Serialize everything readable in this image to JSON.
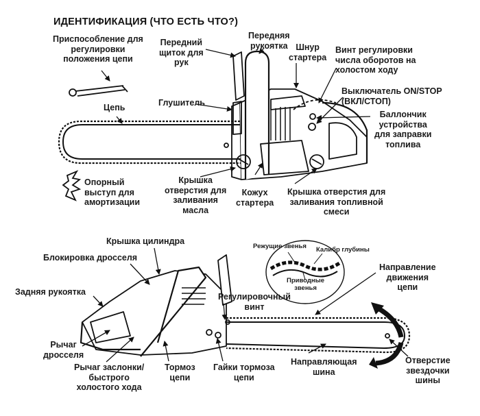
{
  "title": "ИДЕНТИФИКАЦИЯ (ЧТО ЕСТЬ ЧТО?)",
  "top_labels": {
    "chain_tool": "Приспособление для\nрегулировки\nположения цепи",
    "front_hand_guard": "Передний\nщиток для\nрук",
    "front_handle": "Передняя\nрукоятка",
    "starter_cord": "Шнур\nстартера",
    "idle_screw": "Винт регулировки\nчисла оборотов на\nхолостом ходу",
    "on_stop_switch": "Выключатель ON/STOP\n(ВКЛ/СТОП)",
    "chain": "Цепь",
    "muffler": "Глушитель",
    "primer_bulb": "Баллончик\nустройства\nдля заправки\nтоплива",
    "bumper_spike": "Опорный\nвыступ для\nамортизации",
    "oil_cap": "Крышка\nотверстия для\nзаливания\nмасла",
    "starter_cover": "Кожух\nстартера",
    "fuel_cap": "Крышка отверстия для\nзаливания топливной\nсмеси"
  },
  "bottom_labels": {
    "cylinder_cover": "Крышка цилиндра",
    "throttle_lockout": "Блокировка дросселя",
    "rear_handle": "Задняя рукоятка",
    "throttle_trigger": "Рычаг\nдросселя",
    "choke_lever": "Рычаг заслонки/\nбыстрого\nхолостого хода",
    "chain_brake": "Тормоз\nцепи",
    "brake_nuts": "Гайки тормоза\nцепи",
    "adjusting_screw": "Регулировочный\nвинт",
    "guide_bar": "Направляющая\nшина",
    "sprocket_hole": "Отверстие\nзвездочки\nшины",
    "chain_direction": "Направление\nдвижения\nцепи"
  },
  "chain_detail": {
    "cutters": "Режущие звенья",
    "depth_gauge": "Калибр глубины",
    "drive_links": "Приводные\nзвенья"
  }
}
